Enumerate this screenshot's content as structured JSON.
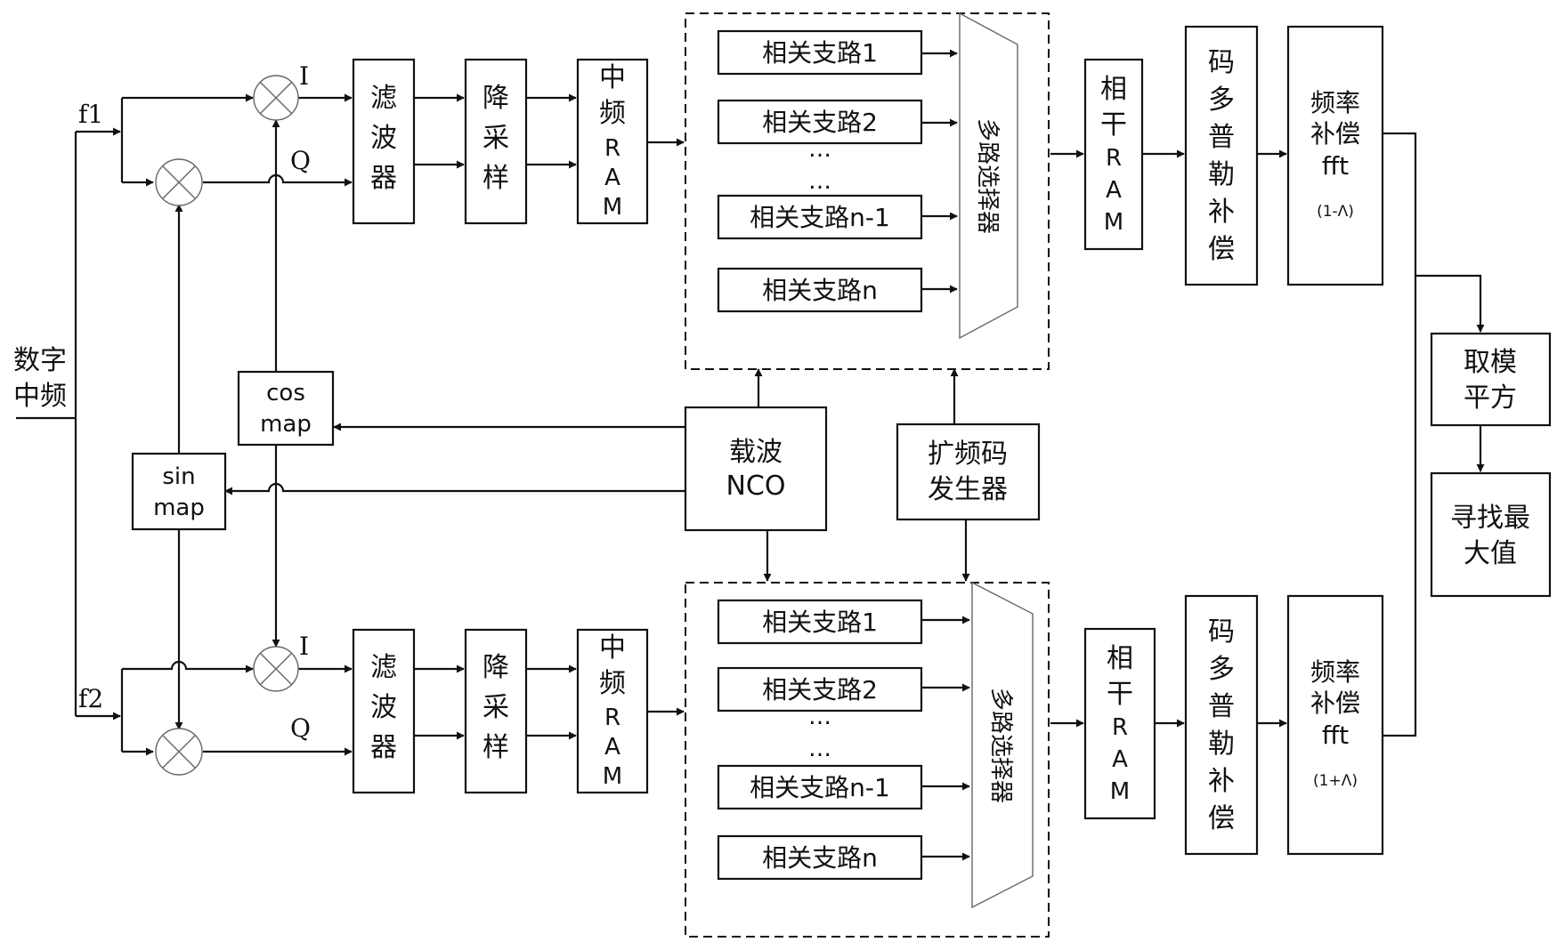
{
  "input": {
    "line1": "数字",
    "line2": "中频"
  },
  "freq": {
    "f1": "f1",
    "f2": "f2"
  },
  "iq": {
    "i": "I",
    "q": "Q"
  },
  "blocks": {
    "filter": [
      "滤",
      "波",
      "器"
    ],
    "downsample": [
      "降",
      "采",
      "样"
    ],
    "if_ram": [
      "中",
      "频",
      "R",
      "A",
      "M"
    ],
    "coherent_ram": [
      "相",
      "干",
      "R",
      "A",
      "M"
    ],
    "code_doppler": [
      "码",
      "多",
      "普",
      "勒",
      "补",
      "偿"
    ],
    "mux": "多路选择器",
    "cos_map": [
      "cos",
      "map"
    ],
    "sin_map": [
      "sin",
      "map"
    ],
    "carrier_nco": [
      "载波",
      "NCO"
    ],
    "code_gen": [
      "扩频码",
      "发生器"
    ],
    "square": [
      "取模",
      "平方"
    ],
    "find_max": [
      "寻找最",
      "大值"
    ]
  },
  "branches": [
    "相关支路1",
    "相关支路2",
    "相关支路n-1",
    "相关支路n"
  ],
  "ellipsis": "…",
  "fft_top": {
    "l1": "频率",
    "l2": "补偿",
    "l3": "fft",
    "l4": "(1-Λ)"
  },
  "fft_bottom": {
    "l1": "频率",
    "l2": "补偿",
    "l3": "fft",
    "l4": "(1+Λ)"
  }
}
